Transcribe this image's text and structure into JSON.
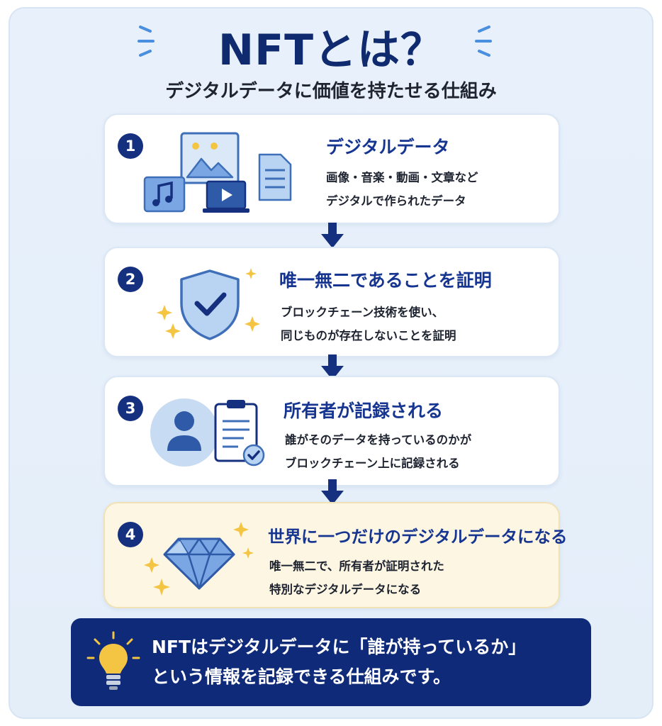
{
  "header": {
    "title": "NFTとは？",
    "subtitle": "デジタルデータに価値を持たせる仕組み"
  },
  "steps": [
    {
      "number": "1",
      "title": "デジタルデータ",
      "lines": [
        "画像・音楽・動画・文章など",
        "デジタルで作られたデータ"
      ],
      "icons": [
        "image-icon",
        "music-icon",
        "video-icon",
        "document-icon"
      ]
    },
    {
      "number": "2",
      "title": "唯一無二であることを証明",
      "lines": [
        "ブロックチェーン技術を使い、",
        "同じものが存在しないことを証明"
      ],
      "icons": [
        "shield-check-icon",
        "sparkle-icon"
      ]
    },
    {
      "number": "3",
      "title": "所有者が記録される",
      "lines": [
        "誰がそのデータを持っているのかが",
        "ブロックチェーン上に記録される"
      ],
      "icons": [
        "person-icon",
        "clipboard-check-icon"
      ]
    },
    {
      "number": "4",
      "title": "世界に一つだけのデジタルデータになる",
      "lines": [
        "唯一無二で、所有者が証明された",
        "特別なデジタルデータになる"
      ],
      "icons": [
        "diamond-icon",
        "sparkle-icon"
      ]
    }
  ],
  "banner": {
    "lines": [
      "NFTはデジタルデータに「誰が持っているか」",
      "という情報を記録できる仕組みです。"
    ],
    "icon": "lightbulb-icon"
  },
  "colors": {
    "navy": "#0f2a78",
    "title_blue": "#163591",
    "icon_blue": "#4a7fd4",
    "light_blue": "#b9d3f2",
    "gold": "#f4c542",
    "background": "#e6f0fa"
  }
}
